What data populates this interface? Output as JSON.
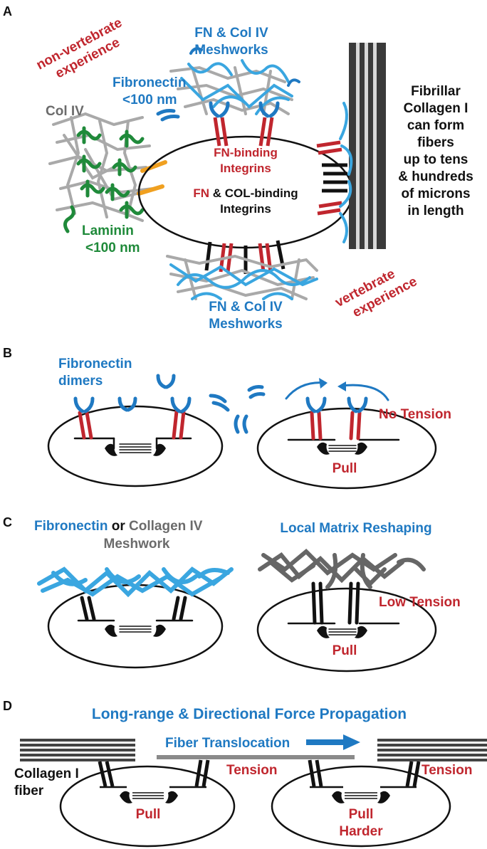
{
  "colors": {
    "blue": "#1f79c2",
    "light_blue": "#3aa6e0",
    "red": "#c0262e",
    "green": "#1f8a3a",
    "orange": "#f0a020",
    "grey": "#a9a9a9",
    "dark_grey": "#555555",
    "black": "#111111"
  },
  "panel_a": {
    "letter": "A",
    "non_vertebrate": [
      "non-vertebrate",
      "experience"
    ],
    "fn_col_top": [
      "FN & Col IV",
      "Meshworks"
    ],
    "fibronectin": [
      "Fibronectin",
      "<100 nm"
    ],
    "col_iv": "Col IV",
    "fibrillar": [
      "Fibrillar",
      "Collagen I",
      "can form",
      "fibers",
      "up to tens",
      "& hundreds",
      "of microns",
      "in length"
    ],
    "fn_binding": [
      "FN-binding",
      "Integrins"
    ],
    "fn_col_binding": {
      "fn": "FN",
      "rest": " & COL-binding",
      "line2": "Integrins"
    },
    "laminin": [
      "Laminin",
      "<100 nm"
    ],
    "fn_col_bottom": [
      "FN & Col IV",
      "Meshworks"
    ],
    "vertebrate": [
      "vertebrate",
      "experience"
    ]
  },
  "panel_b": {
    "letter": "B",
    "dimers": [
      "Fibronectin",
      "dimers"
    ],
    "no_tension": "No Tension",
    "pull": "Pull"
  },
  "panel_c": {
    "letter": "C",
    "meshwork": {
      "fn": "Fibronectin",
      "or": " or ",
      "col": "Collagen IV",
      "line2": "Meshwork"
    },
    "reshaping": "Local Matrix Reshaping",
    "low_tension": "Low Tension",
    "pull": "Pull"
  },
  "panel_d": {
    "letter": "D",
    "title": "Long-range & Directional Force Propagation",
    "translocation": "Fiber Translocation",
    "collagen": [
      "Collagen I",
      "fiber"
    ],
    "tension_1": "Tension",
    "tension_2": "Tension",
    "pull": "Pull",
    "pull_harder": [
      "Pull",
      "Harder"
    ]
  }
}
